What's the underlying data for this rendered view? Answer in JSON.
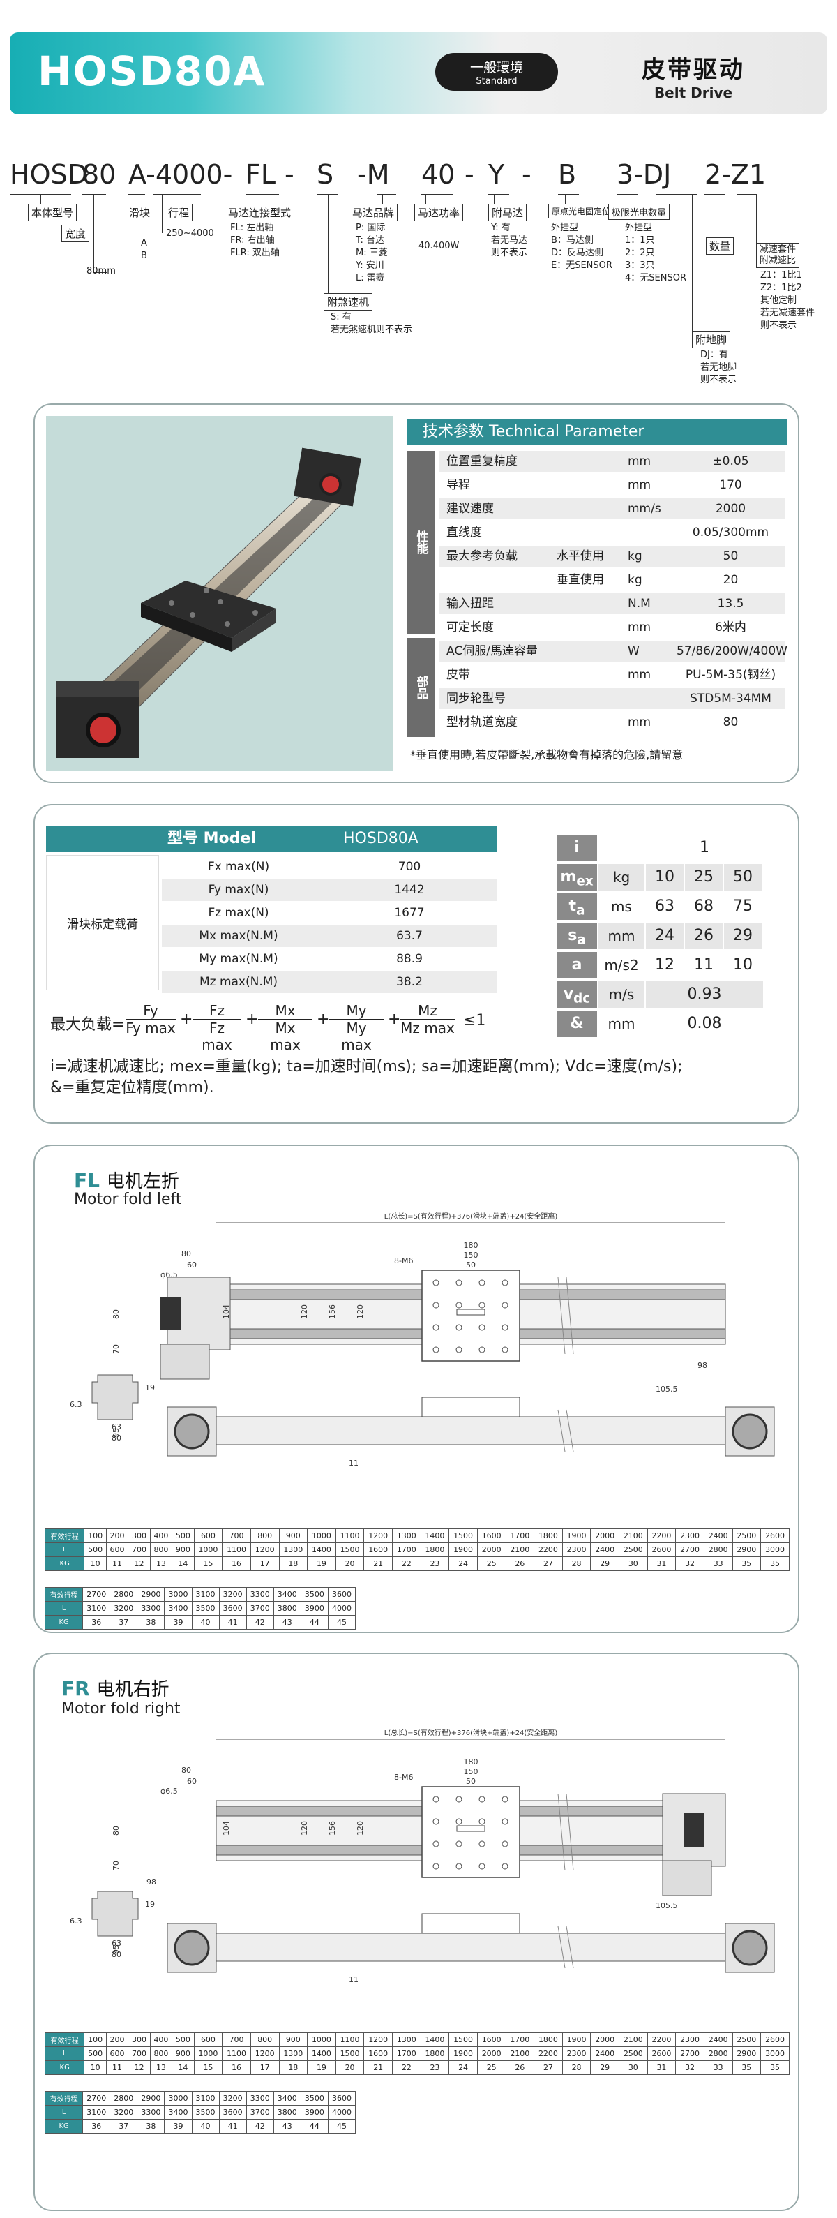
{
  "header": {
    "title": "HOSD80A",
    "badge_cn": "一般環境",
    "badge_en": "Standard",
    "right_cn": "皮带驱动",
    "right_en": "Belt Drive"
  },
  "code": {
    "c1": "HOSD",
    "c2": "80",
    "c3": "A-4000-",
    "c4": "FL",
    "c5": "-",
    "c6": "S",
    "c7": "-M",
    "c8": "40",
    "c9": "-",
    "c10": "Y",
    "c11": "-",
    "c12": "B",
    "c13": "3-DJ",
    "c14": "2-Z1"
  },
  "labels": {
    "base": "本体型号",
    "width": "宽度",
    "width_val": "80mm",
    "slider": "滑块",
    "slider_opts": "A\nB",
    "stroke": "行程",
    "stroke_val": "250~4000",
    "motor_conn": "马达连接型式",
    "motor_conn_opts": "FL: 左出轴\nFR: 右出轴\nFLR: 双出轴",
    "motor_brand": "马达品牌",
    "motor_brand_opts": "P: 国际\nT: 台达\nM: 三菱\nY: 安川\nL: 雷赛",
    "motor_power": "马达功率",
    "motor_power_val": "40.400W",
    "with_motor": "附马达",
    "with_motor_opts": "Y: 有\n若无马达\n则不表示",
    "sensor_pos": "原点光电固定位置",
    "sensor_pos_opts": "外挂型\nB：马达侧\nD：反马达侧\nE：无SENSOR",
    "sensor_count": "极限光电数量",
    "sensor_count_opts": "外挂型\n1：1只\n2：2只\n3：3只\n4：无SENSOR",
    "qty": "数量",
    "reducer": "减速套件\n附减速比",
    "reducer_opts": "Z1：1比1\nZ2：1比2\n其他定制\n若无减速套件\n则不表示",
    "brake": "附煞速机",
    "brake_opts": "S: 有\n若无煞速机则不表示",
    "foot": "附地脚",
    "foot_opts": "DJ：有\n若无地脚\n则不表示"
  },
  "tech": {
    "title": "技术参数  Technical Parameter",
    "side1": "性能",
    "side2": "部品",
    "rows": [
      {
        "name": "位置重复精度",
        "unit": "mm",
        "val": "±0.05"
      },
      {
        "name": "导程",
        "unit": "mm",
        "val": "170"
      },
      {
        "name": "建议速度",
        "unit": "mm/s",
        "val": "2000"
      },
      {
        "name": "直线度",
        "unit": "",
        "val": "0.05/300mm"
      },
      {
        "name": "最大参考负载",
        "sub": "水平使用",
        "unit": "kg",
        "val": "50"
      },
      {
        "name": "",
        "sub": "垂直使用",
        "unit": "kg",
        "val": "20"
      },
      {
        "name": "输入扭距",
        "unit": "N.M",
        "val": "13.5"
      },
      {
        "name": "可定长度",
        "unit": "mm",
        "val": "6米内"
      },
      {
        "name": "AC伺服/馬達容量",
        "unit": "W",
        "val": "57/86/200W/400W"
      },
      {
        "name": "皮带",
        "unit": "mm",
        "val": "PU-5M-35(钢丝)"
      },
      {
        "name": "同步轮型号",
        "unit": "",
        "val": "STD5M-34MM"
      },
      {
        "name": "型材轨道宽度",
        "unit": "mm",
        "val": "80"
      }
    ],
    "note": "*垂直使用時,若皮帶斷裂,承載物會有掉落的危險,請留意"
  },
  "model": {
    "head_label": "型号 Model",
    "head_val": "HOSD80A",
    "load_label": "滑块标定载荷",
    "rows": [
      {
        "name": "Fx max(N)",
        "val": "700"
      },
      {
        "name": "Fy max(N)",
        "val": "1442"
      },
      {
        "name": "Fz max(N)",
        "val": "1677"
      },
      {
        "name": "Mx max(N.M)",
        "val": "63.7"
      },
      {
        "name": "My max(N.M)",
        "val": "88.9"
      },
      {
        "name": "Mz max(N.M)",
        "val": "38.2"
      }
    ],
    "formula_label": "最大负载=",
    "f": [
      "Fy",
      "Fy max",
      "Fz",
      "Fz max",
      "Mx",
      "Mx max",
      "My",
      "My max",
      "Mz",
      "Mz max"
    ],
    "leq": "≤1",
    "note1": "i=减速机减速比; mex=重量(kg); ta=加速时间(ms); sa=加速距离(mm); Vdc=速度(m/s);",
    "note2": "&=重复定位精度(mm)."
  },
  "itable": {
    "rows": [
      {
        "k": "i",
        "u": "",
        "v": [
          "",
          "1",
          ""
        ]
      },
      {
        "k": "mex",
        "u": "kg",
        "v": [
          "10",
          "25",
          "50"
        ]
      },
      {
        "k": "ta",
        "u": "ms",
        "v": [
          "63",
          "68",
          "75"
        ]
      },
      {
        "k": "sa",
        "u": "mm",
        "v": [
          "24",
          "26",
          "29"
        ]
      },
      {
        "k": "a",
        "u": "m/s2",
        "v": [
          "12",
          "11",
          "10"
        ]
      },
      {
        "k": "vdc",
        "u": "m/s",
        "v": [
          "",
          "0.93",
          ""
        ]
      },
      {
        "k": "&",
        "u": "mm",
        "v": [
          "",
          "0.08",
          ""
        ]
      }
    ]
  },
  "fl": {
    "code": "FL",
    "cn": "电机左折",
    "en": "Motor fold left"
  },
  "fr": {
    "code": "FR",
    "cn": "电机右折",
    "en": "Motor fold right"
  },
  "dims": {
    "total": "L(总长)=S(有效行程)+376(滑块+端盖)+24(安全距离)",
    "d180": "180",
    "d150": "150",
    "d50": "50",
    "d80": "80",
    "d60": "60",
    "d65": "ϕ6.5",
    "d8m6": "8-M6",
    "d104": "104",
    "d120": "120",
    "d156": "156",
    "d98": "98",
    "d70": "70",
    "d19": "19",
    "d63": "63",
    "d63b": "6.3",
    "d1055": "105.5",
    "d95": "95",
    "d11": "11"
  },
  "stroke": {
    "row1": [
      "有效行程",
      "100",
      "200",
      "300",
      "400",
      "500",
      "600",
      "700",
      "800",
      "900",
      "1000",
      "1100",
      "1200",
      "1300",
      "1400",
      "1500",
      "1600",
      "1700",
      "1800",
      "1900",
      "2000",
      "2100",
      "2200",
      "2300",
      "2400",
      "2500",
      "2600"
    ],
    "row2": [
      "L",
      "500",
      "600",
      "700",
      "800",
      "900",
      "1000",
      "1100",
      "1200",
      "1300",
      "1400",
      "1500",
      "1600",
      "1700",
      "1800",
      "1900",
      "2000",
      "2100",
      "2200",
      "2300",
      "2400",
      "2500",
      "2600",
      "2700",
      "2800",
      "2900",
      "3000"
    ],
    "row3": [
      "KG",
      "10",
      "11",
      "12",
      "13",
      "14",
      "15",
      "16",
      "17",
      "18",
      "19",
      "20",
      "21",
      "22",
      "23",
      "24",
      "25",
      "26",
      "27",
      "28",
      "29",
      "30",
      "31",
      "32",
      "33",
      "35",
      "35"
    ],
    "row4": [
      "有效行程",
      "2700",
      "2800",
      "2900",
      "3000",
      "3100",
      "3200",
      "3300",
      "3400",
      "3500",
      "3600"
    ],
    "row5": [
      "L",
      "3100",
      "3200",
      "3300",
      "3400",
      "3500",
      "3600",
      "3700",
      "3800",
      "3900",
      "4000"
    ],
    "row6": [
      "KG",
      "36",
      "37",
      "38",
      "39",
      "40",
      "41",
      "42",
      "43",
      "44",
      "45"
    ]
  }
}
